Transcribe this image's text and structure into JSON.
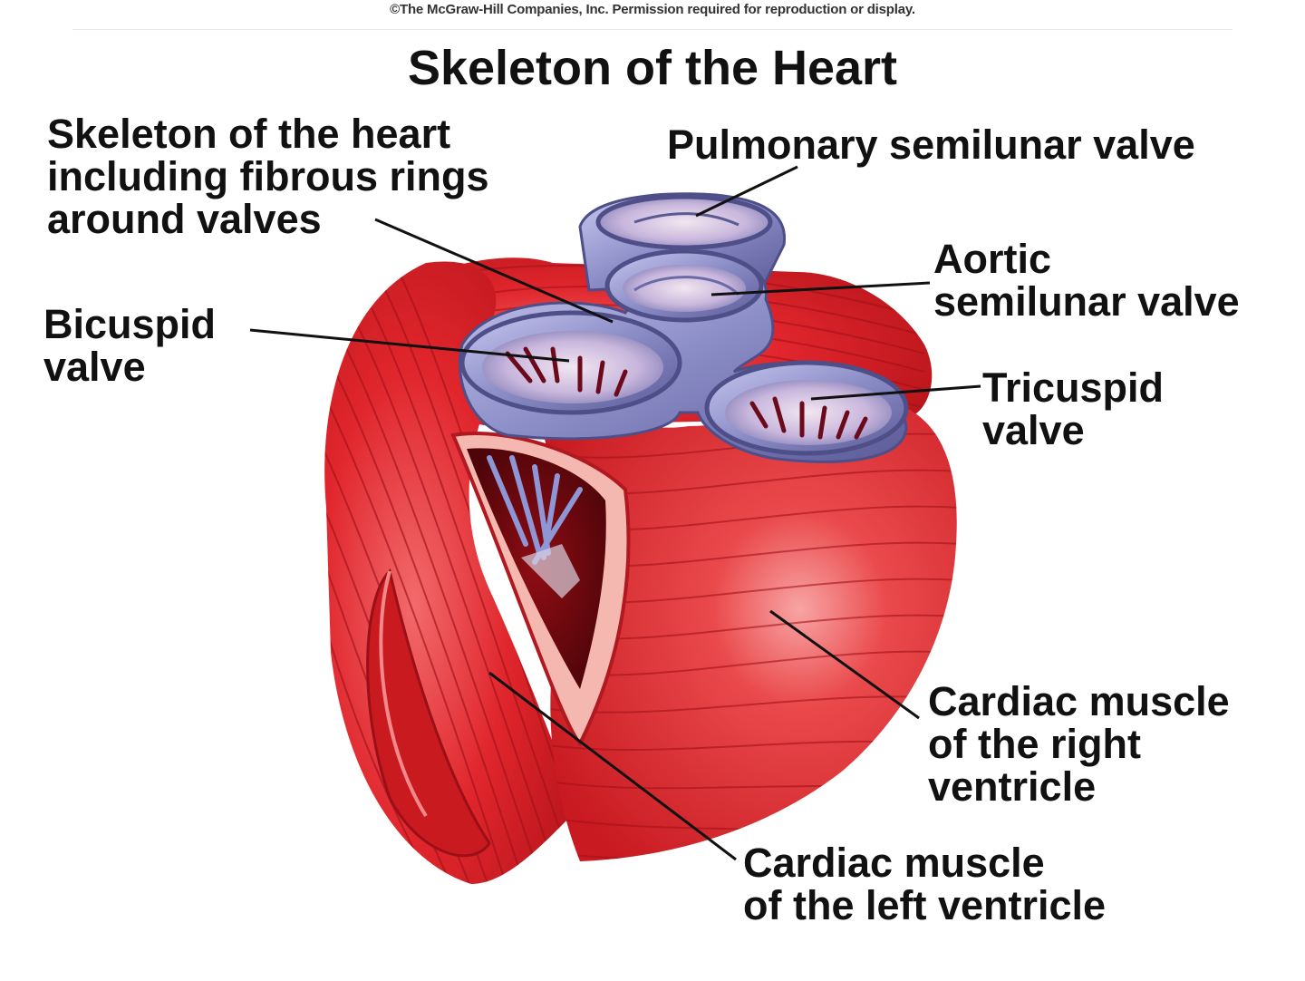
{
  "copyright": "©The McGraw-Hill Companies, Inc. Permission required for reproduction or display.",
  "title": "Skeleton of the Heart",
  "labels": {
    "skeleton": [
      "Skeleton of the heart",
      "including fibrous rings",
      "around valves"
    ],
    "pulmonary": [
      "Pulmonary semilunar valve"
    ],
    "aortic": [
      "Aortic",
      "semilunar valve"
    ],
    "bicuspid": [
      "Bicuspid",
      "valve"
    ],
    "tricuspid": [
      "Tricuspid",
      "valve"
    ],
    "right_ventricle": [
      "Cardiac muscle",
      "of the right",
      "ventricle"
    ],
    "left_ventricle": [
      "Cardiac muscle",
      "of the left ventricle"
    ]
  },
  "colors": {
    "muscle": "#e0242b",
    "muscle_dark": "#a8141a",
    "muscle_light": "#f47a7a",
    "ring": "#8d8fc4",
    "ring_dark": "#5a5a92",
    "leader": "#111111"
  }
}
